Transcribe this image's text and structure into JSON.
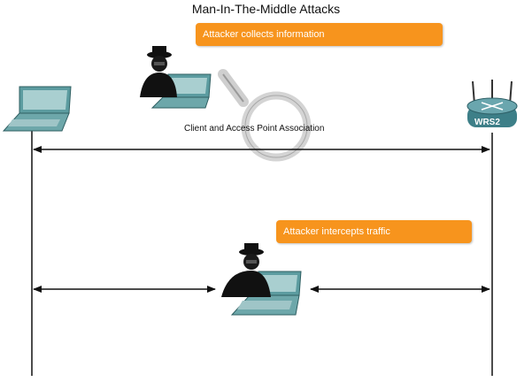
{
  "title": "Man-In-The-Middle Attacks",
  "banner_top": "Attacker collects information",
  "banner_bottom": "Attacker intercepts traffic",
  "association_label": "Client and Access Point Association",
  "router_label": "WRS2",
  "icons": [
    "laptop-icon",
    "attacker-icon",
    "magnifier-icon",
    "router-icon"
  ],
  "colors": {
    "banner": "#f7941d",
    "laptop": "#4f8a8e",
    "router": "#3d7f88"
  }
}
